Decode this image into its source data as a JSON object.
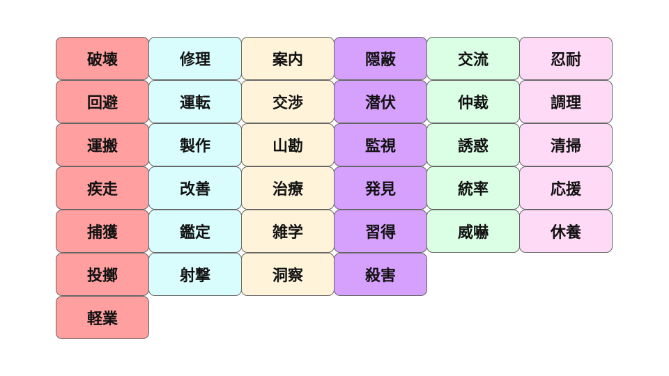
{
  "columns": [
    {
      "color": "#ff9f9f",
      "items": [
        "破壊",
        "回避",
        "運搬",
        "疾走",
        "捕獲",
        "投擲",
        "軽業"
      ]
    },
    {
      "color": "#d9fdfd",
      "items": [
        "修理",
        "運転",
        "製作",
        "改善",
        "鑑定",
        "射撃"
      ]
    },
    {
      "color": "#fff4da",
      "items": [
        "案内",
        "交渉",
        "山勘",
        "治療",
        "雑学",
        "洞察"
      ]
    },
    {
      "color": "#d6a0fd",
      "items": [
        "隠蔽",
        "潜伏",
        "監視",
        "発見",
        "習得",
        "殺害"
      ]
    },
    {
      "color": "#daffe4",
      "items": [
        "交流",
        "仲裁",
        "誘惑",
        "統率",
        "威嚇"
      ]
    },
    {
      "color": "#ffdaf6",
      "items": [
        "忍耐",
        "調理",
        "清掃",
        "応援",
        "休養"
      ]
    }
  ]
}
